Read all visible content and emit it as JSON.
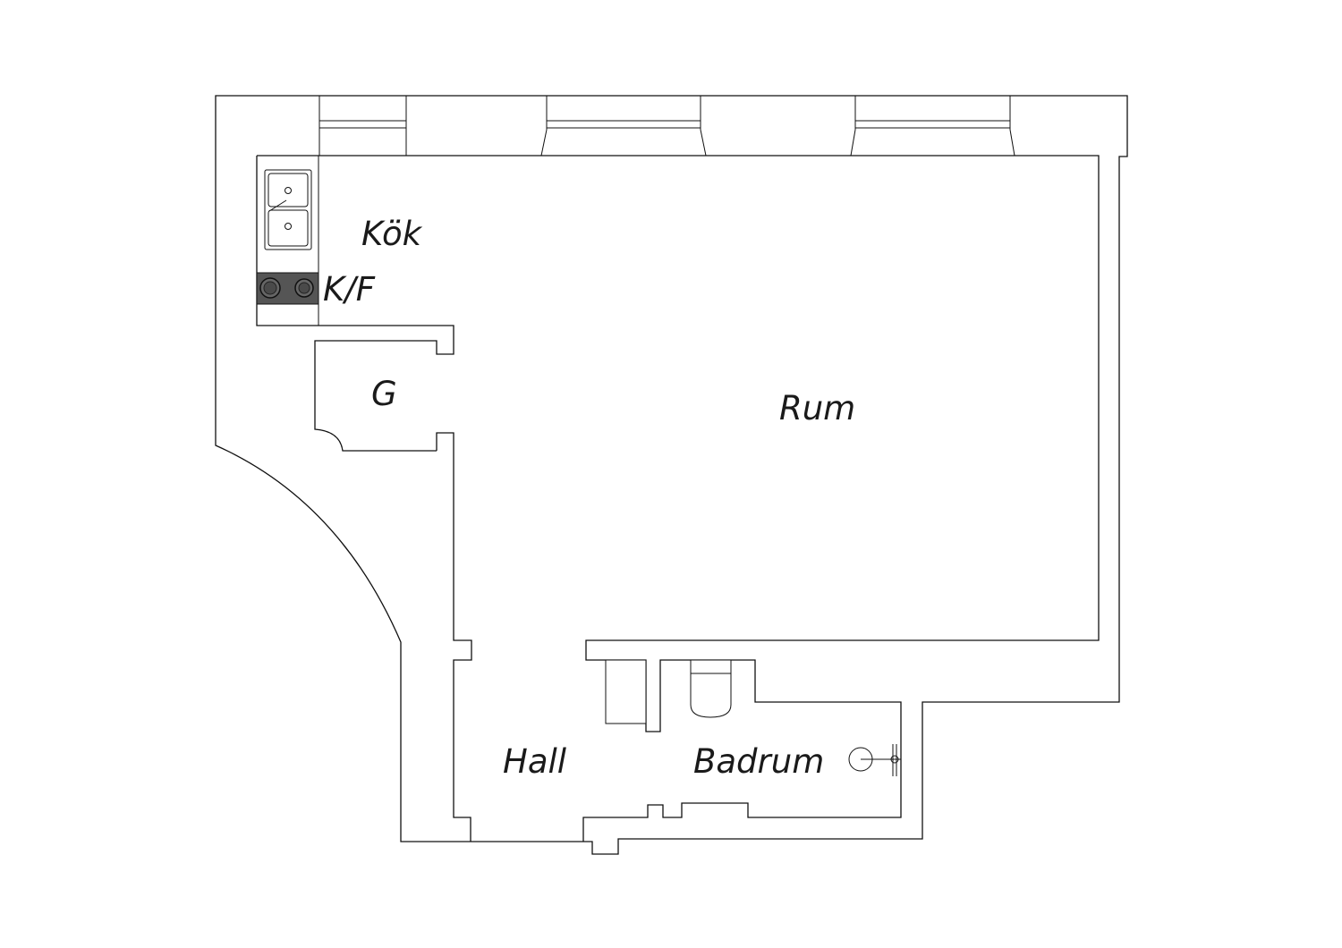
{
  "rooms": {
    "kitchen": "Kök",
    "fridge_freezer": "K/F",
    "wardrobe": "G",
    "living_room": "Rum",
    "hall": "Hall",
    "bathroom": "Badrum"
  },
  "colors": {
    "line": "#111111",
    "background": "#ffffff",
    "stove": "#555555"
  }
}
